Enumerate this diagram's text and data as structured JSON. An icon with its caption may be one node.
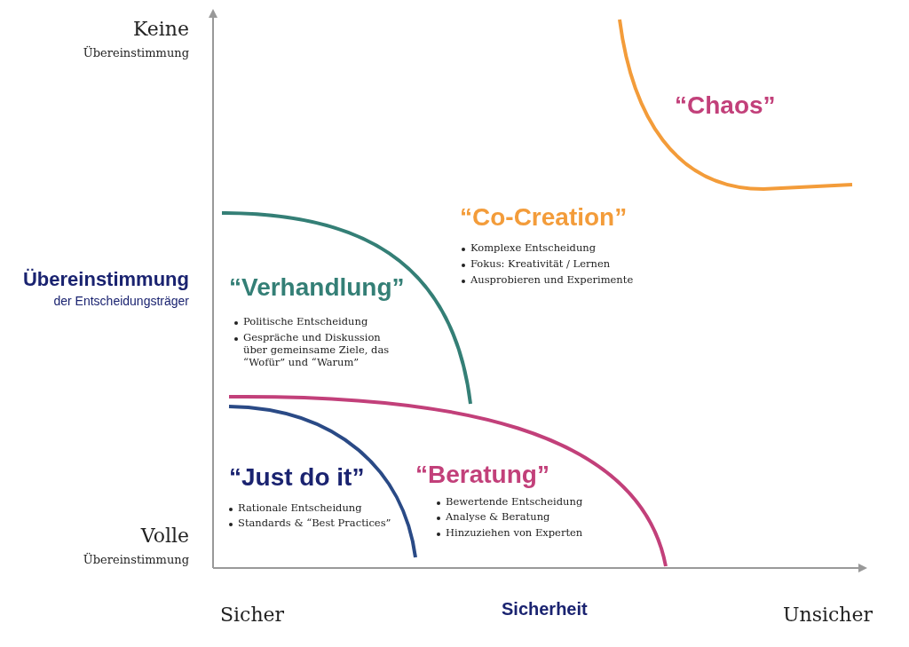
{
  "diagram": {
    "labels": [
      "Keine",
      "Übereinstimmung",
      "“Chaos”",
      "“Co-Creation”",
      "Komplexe Entscheidung",
      "Fokus: Kreativität / Lernen",
      "Ausprobieren und Experimente",
      "Übereinstimmung",
      "der Entscheidungsträger",
      "“Verhandlung”",
      "Politische Entscheidung",
      "Gespräche und Diskussion über gemeinsame Ziele, das “Wofür” und “Warum”",
      "“Just do it”",
      "Rationale Entscheidung",
      "Standards & “Best Practices”",
      "“Beratung”",
      "Bewertende Entscheidung",
      "Analyse & Beratung",
      "Hinzuziehen von Experten",
      "Volle",
      "Übereinstimmung",
      "Sicher",
      "Sicherheit",
      "Unsicher"
    ]
  }
}
